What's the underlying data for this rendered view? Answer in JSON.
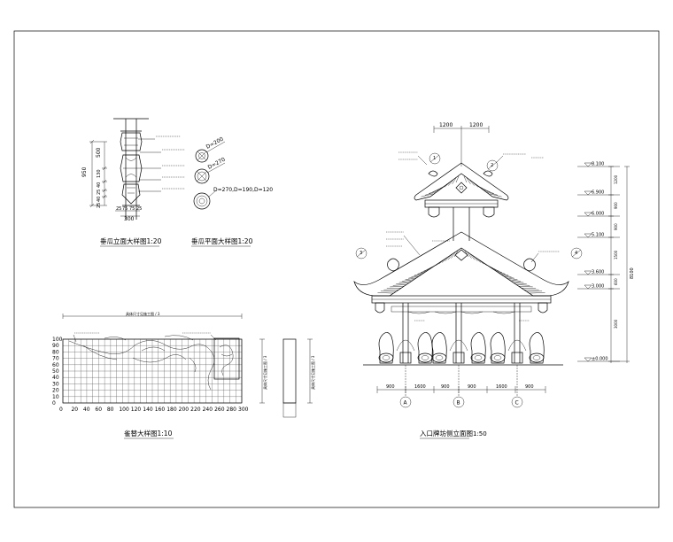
{
  "sheet": {
    "frame_color": "#000000",
    "background": "#ffffff"
  },
  "detail_melon_elevation": {
    "title": "垂瓜立面大样图1:20",
    "dims_vertical": [
      "950",
      "500",
      "130",
      "40",
      "25",
      "40",
      "25"
    ],
    "dims_horizontal": [
      "25",
      "75",
      "75",
      "25",
      "300"
    ]
  },
  "detail_melon_plan": {
    "title": "垂瓜平面大样图1:20",
    "dims": [
      "D=200",
      "D=270",
      "D=270,D=190,D=120"
    ]
  },
  "detail_sparrow_brace": {
    "title": "雀替大样图1:10",
    "top_dim": "具体尺寸见施工图 / 3",
    "y_ticks": [
      "100",
      "90",
      "80",
      "70",
      "60",
      "50",
      "40",
      "30",
      "20",
      "10",
      "0"
    ],
    "x_ticks": [
      "0",
      "20",
      "40",
      "60",
      "80",
      "100",
      "120",
      "140",
      "160",
      "180",
      "200",
      "220",
      "240",
      "260",
      "280",
      "300"
    ],
    "side_dim": "具体尺寸见施工图 / 3"
  },
  "entrance_elevation": {
    "title": "入口牌坊侧立面图",
    "scale": "1:50",
    "top_dims": [
      "1200",
      "1200"
    ],
    "elevations": [
      "8.100",
      "6.900",
      "6.000",
      "5.100",
      "3.600",
      "3.000",
      "±0.000"
    ],
    "right_dims": [
      "1200",
      "900",
      "900",
      "1500",
      "600",
      "3000"
    ],
    "total_dim": "8100",
    "bottom_dims": [
      "900",
      "1600",
      "900",
      "900",
      "1600",
      "900"
    ],
    "axes": [
      "A",
      "B",
      "C"
    ],
    "callout_symbols": [
      "1",
      "2",
      "3",
      "4"
    ]
  }
}
